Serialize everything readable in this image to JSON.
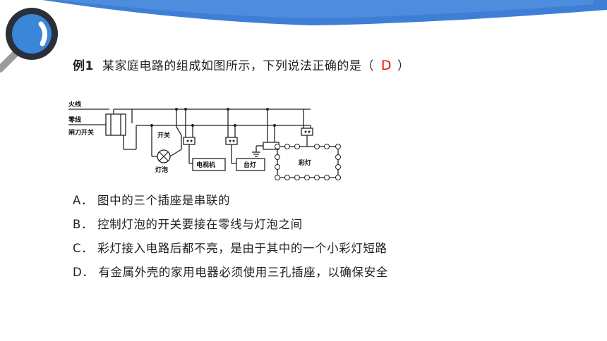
{
  "question": {
    "label": "例1",
    "text": "某家庭电路的组成如图所示，下列说法正确的是（",
    "answer": "D",
    "close": "）"
  },
  "circuit": {
    "fire_line": "火线",
    "zero_line": "零线",
    "knife_switch": "闸刀开关",
    "switch": "开关",
    "bulb": "灯泡",
    "tv": "电视机",
    "lamp": "台灯",
    "string_lights": "彩灯"
  },
  "options": [
    {
      "letter": "A．",
      "text": "图中的三个插座是串联的"
    },
    {
      "letter": "B．",
      "text": "控制灯泡的开关要接在零线与灯泡之间"
    },
    {
      "letter": "C．",
      "text": "彩灯接入电路后都不亮，是由于其中的一个小彩灯短路"
    },
    {
      "letter": "D．",
      "text": "有金属外壳的家用电器必须使用三孔插座，以确保安全"
    }
  ],
  "colors": {
    "banner": "#3d7fd6",
    "answer": "#e01010",
    "magnifier_ring": "#2a2f3a",
    "magnifier_lens": "#3a86d9"
  }
}
